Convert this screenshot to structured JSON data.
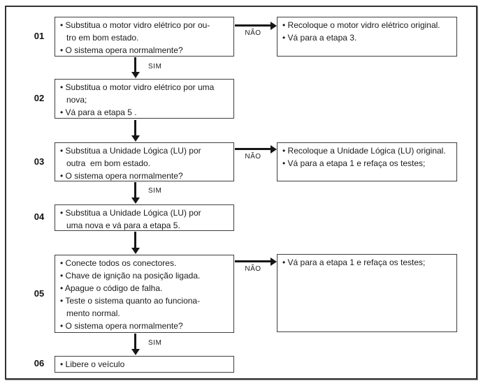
{
  "colors": {
    "background": "#ffffff",
    "frame_border": "#333333",
    "box_border": "#3f3f3f",
    "text": "#1a1a1a",
    "arrow": "#161616"
  },
  "labels": {
    "yes": "SIM",
    "no": "NÃO"
  },
  "steps": [
    {
      "number": "01",
      "lines": [
        "• Substitua o motor vidro elétrico por ou-",
        "tro em bom estado.",
        "• O sistema opera normalmente?"
      ]
    },
    {
      "number": "02",
      "lines": [
        "• Substitua o motor vidro elétrico por uma",
        "nova;",
        "• Vá para a etapa 5 ."
      ]
    },
    {
      "number": "03",
      "lines": [
        "• Substitua a Unidade Lógica (LU) por",
        "outra  em bom estado.",
        "• O sistema opera normalmente?"
      ]
    },
    {
      "number": "04",
      "lines": [
        "• Substitua a Unidade Lógica (LU) por",
        "uma nova e vá para a etapa 5."
      ]
    },
    {
      "number": "05",
      "lines": [
        "• Conecte todos os conectores.",
        "• Chave de ignição na posição ligada.",
        "• Apague o código de falha.",
        "• Teste o sistema quanto ao funciona-",
        "mento normal.",
        "• O sistema opera normalmente?"
      ]
    },
    {
      "number": "06",
      "lines": [
        "• Libere o veículo"
      ]
    }
  ],
  "no_branches": [
    {
      "from_step": "01",
      "lines": [
        "• Recoloque o motor vidro elétrico original.",
        "• Vá para a etapa 3."
      ]
    },
    {
      "from_step": "03",
      "lines": [
        "• Recoloque a Unidade Lógica (LU) original.",
        "• Vá para a etapa 1 e refaça os testes;"
      ]
    },
    {
      "from_step": "05",
      "lines": [
        "• Vá para a etapa 1 e refaça os testes;"
      ]
    }
  ]
}
